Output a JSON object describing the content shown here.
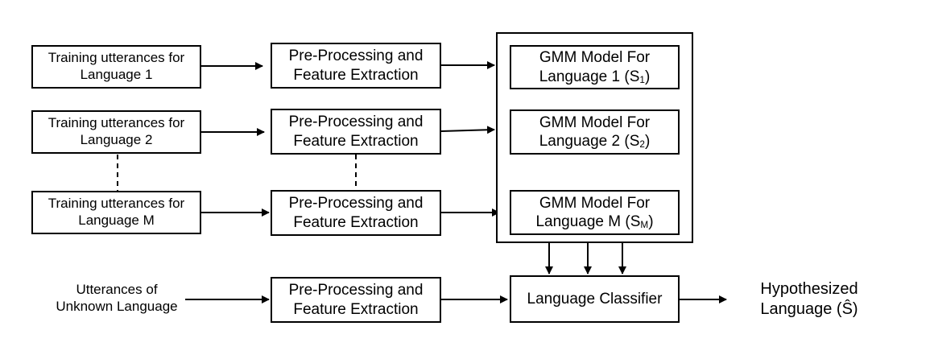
{
  "training": [
    {
      "line1": "Training utterances for",
      "line2": "Language 1"
    },
    {
      "line1": "Training utterances for",
      "line2": "Language 2"
    },
    {
      "line1": "Training utterances for",
      "line2": "Language M"
    }
  ],
  "preprocessing": [
    {
      "line1": "Pre-Processing and",
      "line2": "Feature Extraction"
    },
    {
      "line1": "Pre-Processing and",
      "line2": "Feature Extraction"
    },
    {
      "line1": "Pre-Processing and",
      "line2": "Feature Extraction"
    },
    {
      "line1": "Pre-Processing and",
      "line2": "Feature Extraction"
    }
  ],
  "gmm": [
    {
      "line1": "GMM Model For",
      "line2": "Language 1 (S",
      "sub": "1",
      "close": ")"
    },
    {
      "line1": "GMM Model For",
      "line2": "Language 2 (S",
      "sub": "2",
      "close": ")"
    },
    {
      "line1": "GMM Model For",
      "line2": "Language M (S",
      "sub": "M",
      "close": ")"
    }
  ],
  "unknown_input": {
    "line1": "Utterances of",
    "line2": "Unknown Language"
  },
  "classifier": {
    "label": "Language Classifier"
  },
  "output": {
    "line1": "Hypothesized",
    "line2": "Language (Ŝ)"
  }
}
